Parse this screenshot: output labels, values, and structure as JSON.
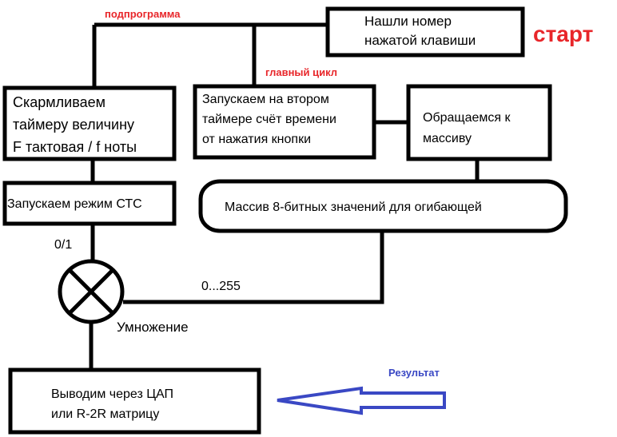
{
  "labels": {
    "subroutine": "подпрограмма",
    "main_loop": "главный цикл",
    "start": "старт",
    "input_01": "0/1",
    "input_range": "0...255",
    "multiply": "Умножение",
    "result": "Результат"
  },
  "blocks": {
    "key_found": [
      "Нашли номер",
      "нажатой клавиши"
    ],
    "feed_timer": [
      "Скармливаем",
      "таймеру величину",
      "F тактовая /  f ноты"
    ],
    "start_second_timer": [
      "Запускаем на втором",
      "таймере счёт времени",
      "от нажатия кнопки"
    ],
    "access_array": [
      "Обращаемся к",
      "массиву"
    ],
    "ctc_mode": [
      "Запускаем режим СТС"
    ],
    "envelope_array": [
      "Массив 8-битных значений для огибающей"
    ],
    "dac_output": [
      "Выводим через ЦАП",
      "или R-2R матрицу"
    ]
  },
  "colors": {
    "label_red": "#e8262a",
    "result_blue": "#3a48c4"
  }
}
